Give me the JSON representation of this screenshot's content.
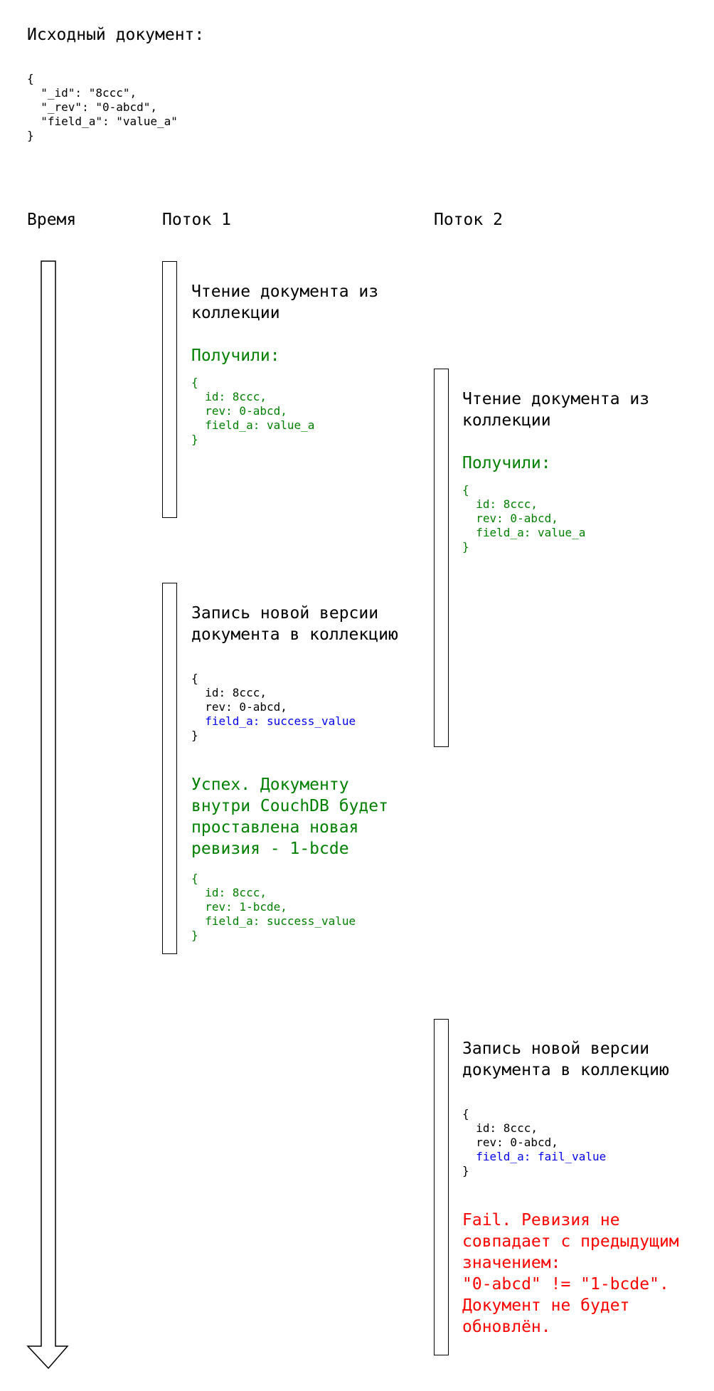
{
  "source": {
    "title": "Исходный документ:",
    "json": "{\n  \"_id\": \"8ccc\",\n  \"_rev\": \"0-abcd\",\n  \"field_a\": \"value_a\"\n}"
  },
  "columns": {
    "time": "Время",
    "thread1": "Поток 1",
    "thread2": "Поток 2"
  },
  "thread1": {
    "read": {
      "title": "Чтение документа из\nколлекции",
      "got_label": "Получили:",
      "got_open": "{",
      "got_body": "  id: 8ccc,\n  rev: 0-abcd,\n  field_a: value_a",
      "got_close": "}"
    },
    "write": {
      "title": "Запись новой версии\nдокумента в коллекцию",
      "doc_open": "{",
      "doc_lines": "  id: 8ccc,\n  rev: 0-abcd,",
      "doc_changed": "  field_a: success_value",
      "doc_close": "}",
      "result": "Успех. Документу\nвнутри CouchDB будет\nпроставлена новая\nревизия - 1-bcde",
      "result_doc": "{\n  id: 8ccc,\n  rev: 1-bcde,\n  field_a: success_value\n}"
    }
  },
  "thread2": {
    "read": {
      "title": "Чтение документа из\nколлекции",
      "got_label": "Получили:",
      "got_doc": "{\n  id: 8ccc,\n  rev: 0-abcd,\n  field_a: value_a\n}"
    },
    "write": {
      "title": "Запись новой версии\nдокумента в коллекцию",
      "doc_open": "{",
      "doc_lines": "  id: 8ccc,\n  rev: 0-abcd,",
      "doc_changed": "  field_a: fail_value",
      "doc_close": "}",
      "result": "Fail. Ревизия не\nсовпадает с предыдущим\nзначением:\n\"0-abcd\" != \"1-bcde\".\nДокумент не будет\nобновлён."
    }
  },
  "colors": {
    "success": "#008000",
    "changed_field": "#0000ee",
    "fail": "#ff0000"
  }
}
